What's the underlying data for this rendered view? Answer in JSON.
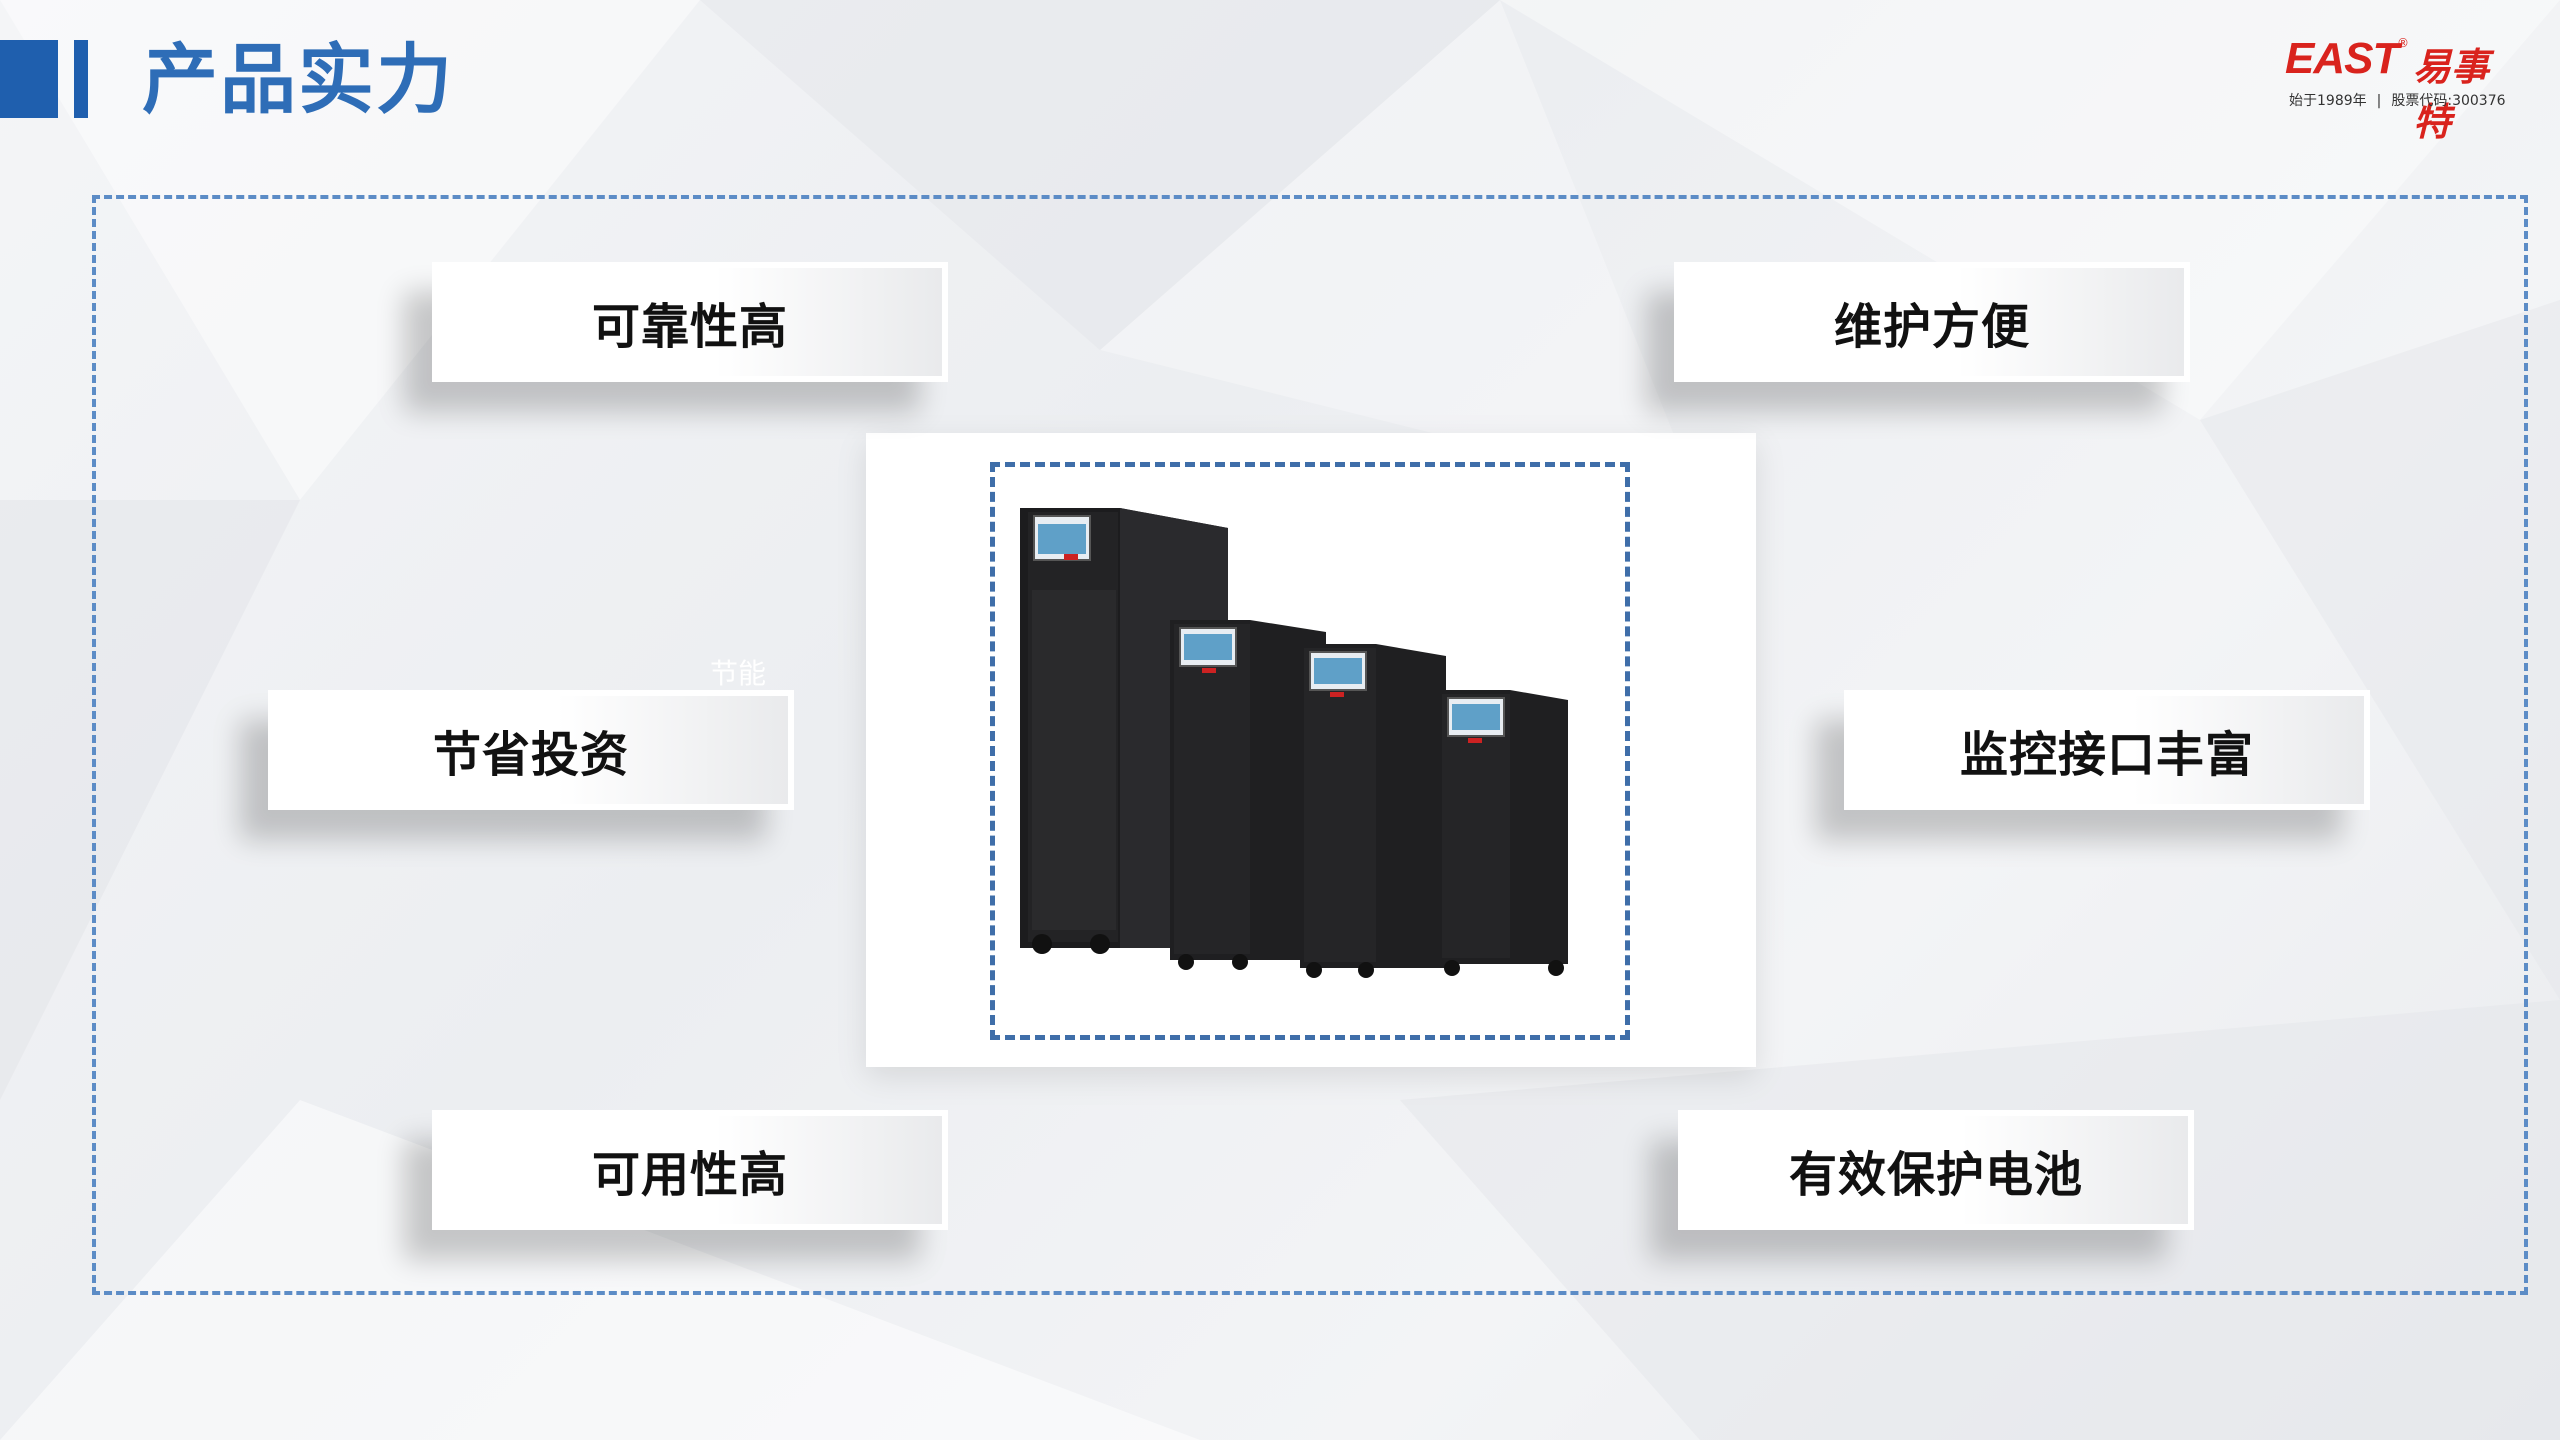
{
  "header": {
    "title": "产品实力"
  },
  "logo": {
    "brand": "EAST",
    "registered": "®",
    "chinese_name": "易事特",
    "founded": "始于1989年",
    "separator": "|",
    "stock_code": "股票代码:300376"
  },
  "features": {
    "top_left": "可靠性高",
    "top_right": "维护方便",
    "middle_left": "节省投资",
    "middle_right": "监控接口丰富",
    "bottom_left": "可用性高",
    "bottom_right": "有效保护电池"
  },
  "ghost_text": "节能",
  "colors": {
    "title_blue": "#2e6db7",
    "accent_blue": "#1f5fae",
    "frame_blue": "#5c8cc6",
    "brand_red": "#d9231d"
  }
}
